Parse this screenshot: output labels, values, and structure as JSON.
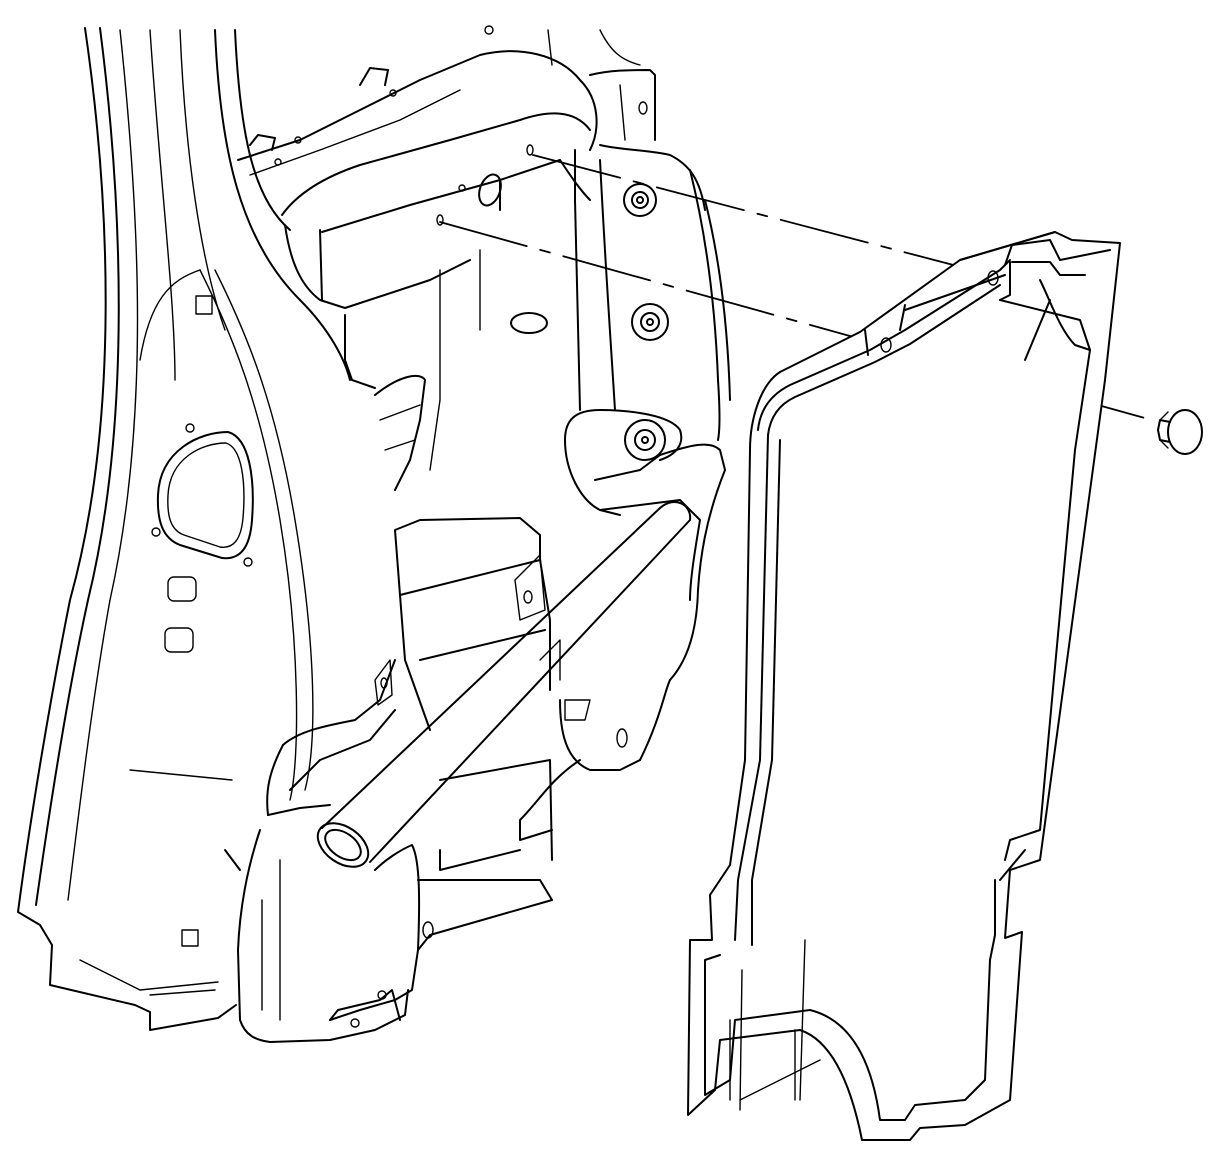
{
  "diagram": {
    "kind": "exploded-view line illustration",
    "components": [
      {
        "id": "body-side-inner-panel",
        "icon": "body-panel-icon"
      },
      {
        "id": "rear-wheelhouse",
        "icon": "wheelhouse-icon"
      },
      {
        "id": "tubular-crossmember",
        "icon": "tube-icon"
      },
      {
        "id": "trim-panel",
        "icon": "trim-panel-icon"
      },
      {
        "id": "push-pin-retainer",
        "icon": "push-pin-icon"
      }
    ],
    "callout_lines": 2
  },
  "colors": {
    "line": "#000000",
    "background": "#ffffff"
  }
}
